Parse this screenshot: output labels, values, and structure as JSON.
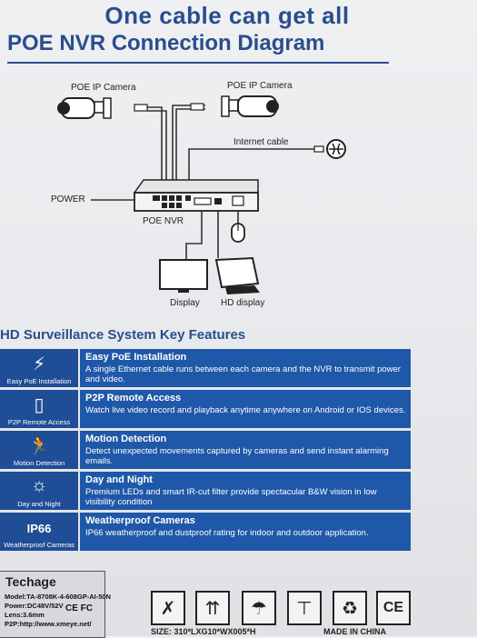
{
  "title": {
    "line1": "One cable can get all",
    "line2": "POE NVR Connection Diagram"
  },
  "diagram": {
    "camera_left_label": "POE IP Camera",
    "camera_right_label": "POE IP Camera",
    "internet_label": "Internet cable",
    "power_label": "POWER",
    "nvr_label": "POE NVR",
    "display_label": "Display",
    "hd_display_label": "HD display"
  },
  "features_title": "HD Surveillance  System Key Features",
  "features": [
    {
      "caption": "Easy PoE Installation",
      "heading": "Easy PoE Installation",
      "desc": "A single Ethernet cable runs between each camera and the NVR to transmit power and video.",
      "icon": "lightning-icon"
    },
    {
      "caption": "P2P Remote Access",
      "heading": "P2P Remote Access",
      "desc": "Watch live video record and playback anytime anywhere on Android or IOS devices.",
      "icon": "smartphone-icon"
    },
    {
      "caption": "Motion Detection",
      "heading": "Motion Detection",
      "desc": "Detect unexpected movements captured by cameras and send instant alarming emails.",
      "icon": "running-person-icon"
    },
    {
      "caption": "Day and Night",
      "heading": "Day and Night",
      "desc": "Premium LEDs and smart IR-cut filter provide spectacular B&W vision in low visibility condition",
      "icon": "sun-moon-icon"
    },
    {
      "caption": "Weatherproof Cameras",
      "heading": "Weatherproof Cameras",
      "desc": "IP66 weatherproof and dustproof rating for indoor and outdoor application.",
      "icon": "ip66-umbrella-icon",
      "icon_text": "IP66"
    }
  ],
  "sticker": {
    "brand": "Techage",
    "model": "Model:TA-8708K-4-608GP-AI-50N",
    "power": "Power:DC48V/52V",
    "lens": "Lens:3.6mm",
    "p2p": "P2P:http://www.xmeye.net/",
    "marks": "CE FC"
  },
  "package_icons": [
    "fragile-glass-icon",
    "this-way-up-icon",
    "keep-dry-umbrella-icon",
    "no-hooks-icon",
    "recycle-icon",
    "ce-mark-icon"
  ],
  "ce_text": "CE",
  "bottom": {
    "left": "SIZE: 310*LXG10*WX005*H",
    "right": "MADE IN CHINA"
  }
}
